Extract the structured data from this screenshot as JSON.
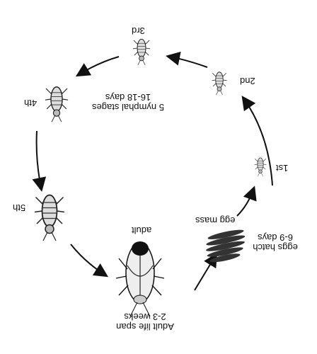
{
  "stages": {
    "adult": "adult",
    "first": "1st",
    "second": "2nd",
    "third": "3rd",
    "fourth": "4th",
    "fifth": "5th",
    "egg_mass": "egg mass"
  },
  "notes": {
    "adult_life_line1": "Adult life span",
    "adult_life_line2": "2-3 weeks",
    "eggs_hatch_line1": "eggs hatch",
    "eggs_hatch_line2": "6-9 days",
    "nymph_line1": "5 nymphal stages",
    "nymph_line2": "16-18 days"
  },
  "icons": {
    "adult": "cockroach-adult-icon",
    "nymph": "cockroach-nymph-icon",
    "eggs": "egg-mass-icon",
    "arrow": "cycle-arrow-icon"
  }
}
